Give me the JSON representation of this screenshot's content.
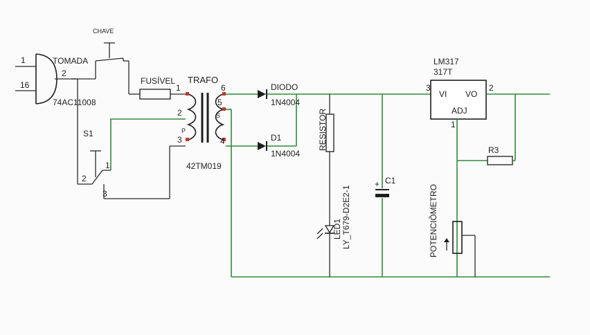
{
  "colors": {
    "wire_green": "#2f8a3c",
    "wire_black": "#2a2a2a",
    "pin_red": "#c0392b"
  },
  "labels": {
    "tomada": "TOMADA",
    "tomada_part": "74AC11008",
    "tomada_pin1": "1",
    "tomada_pin2": "2",
    "tomada_pin16": "16",
    "chave": "CHAVE",
    "fusivel": "FUSÍVEL",
    "fusivel_pin": "1",
    "trafo": "TRAFO",
    "trafo_part": "42TM019",
    "trafo_pin6": "6",
    "trafo_pin5": "5",
    "trafo_pin4": "4",
    "trafo_pin2": "2",
    "trafo_pin3": "3",
    "trafo_s": "S",
    "trafo_p": "P",
    "s1": "S1",
    "s1_pin1": "1",
    "s1_pin2": "2",
    "s1_pin3": "3",
    "diodo": "DIODO",
    "diodo_part": "1N4004",
    "d1": "D1",
    "d1_part": "1N4004",
    "resistor": "RESISTOR",
    "led": "LED1",
    "led_part": "LY_T679-D2E2-1",
    "c1": "C1",
    "c1_plus": "+",
    "reg": "LM317",
    "reg_part": "317T",
    "reg_vi": "VI",
    "reg_vo": "VO",
    "reg_adj": "ADJ",
    "reg_pin3": "3",
    "reg_pin2": "2",
    "reg_pin1": "1",
    "r3": "R3",
    "pot": "POTENCIÔMETRO"
  }
}
